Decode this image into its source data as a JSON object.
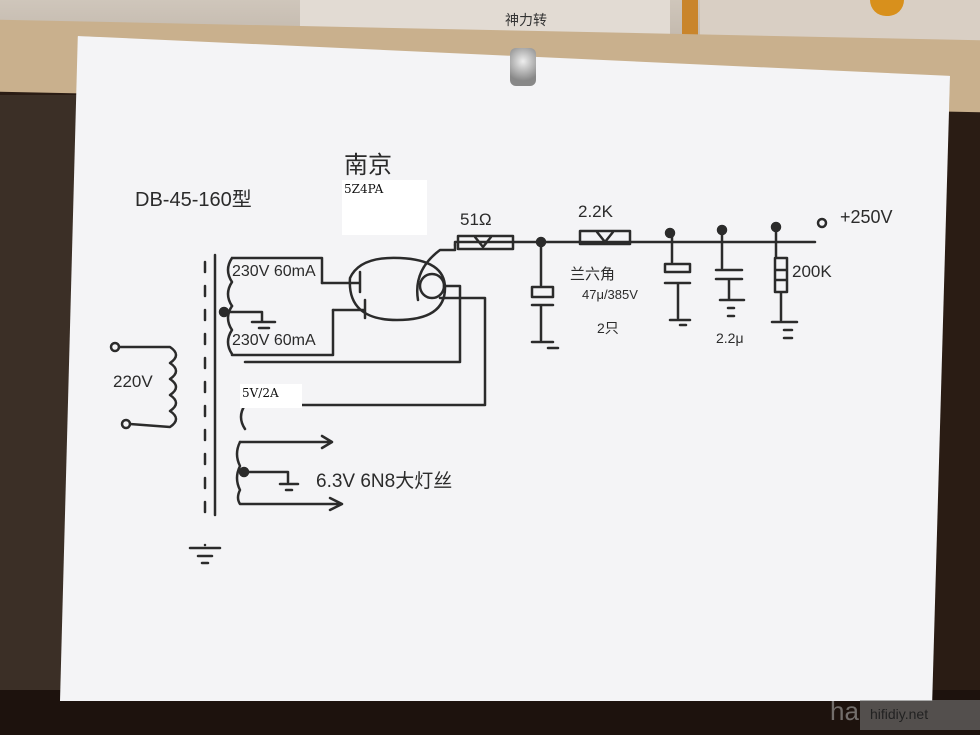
{
  "photo": {
    "description": "Photo of hand-drawn vacuum tube power supply schematic on paper",
    "background_caption": "神力转"
  },
  "schematic": {
    "transformer_model": "DB-45-160型",
    "brand_note": "南京",
    "rectifier_tube": "5Z4PA",
    "primary_voltage": "220V",
    "secondary_hv_top": "230V 60mA",
    "secondary_hv_bottom": "230V 60mA",
    "rectifier_filament": "5V/2A",
    "heater_winding": "6.3V 6N8大灯丝",
    "series_resistor_1": "51Ω",
    "series_resistor_2": "2.2K",
    "filter_caps_note": "兰六角",
    "filter_caps_value": "47μ/385V",
    "filter_caps_count": "2只",
    "bypass_cap": "2.2μ",
    "bleeder_resistor": "200K",
    "output_voltage": "+250V"
  },
  "watermark": {
    "text": "hifidiy.net",
    "prefix": "ha"
  },
  "colors": {
    "ink": "#2b2b2b",
    "paper": "#f4f4f6"
  }
}
